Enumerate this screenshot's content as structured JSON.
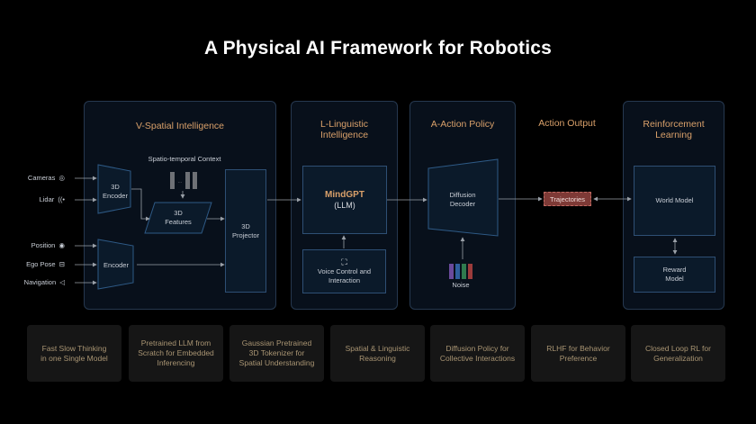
{
  "title": "A Physical AI Framework for Robotics",
  "panels": {
    "spatial": {
      "heading": "V-Spatial Intelligence"
    },
    "linguistic": {
      "heading_line1": "L-Linguistic",
      "heading_line2": "Intelligence"
    },
    "action": {
      "heading": "A-Action Policy"
    },
    "output": {
      "heading": "Action Output"
    },
    "rl": {
      "heading_line1": "Reinforcement",
      "heading_line2": "Learning"
    }
  },
  "inputs": [
    {
      "label": "Cameras",
      "icon": "camera-icon"
    },
    {
      "label": "Lidar",
      "icon": "lidar-icon"
    },
    {
      "label": "Position",
      "icon": "location-pin-icon"
    },
    {
      "label": "Ego Pose",
      "icon": "car-icon"
    },
    {
      "label": "Navigation",
      "icon": "navigation-arrow-icon"
    }
  ],
  "nodes": {
    "encoder3d": {
      "line1": "3D",
      "line2": "Encoder"
    },
    "encoder": {
      "label": "Encoder"
    },
    "context": {
      "label": "Spatio-temporal Context",
      "ellipsis": "..."
    },
    "features3d": {
      "line1": "3D",
      "line2": "Features"
    },
    "projector3d": {
      "line1": "3D",
      "line2": "Projector"
    },
    "mindgpt": {
      "name": "MindGPT",
      "sub": "(LLM)"
    },
    "voice": {
      "line1": "Voice Control and",
      "line2": "Interaction",
      "icon": "flow-icon"
    },
    "diffusion": {
      "line1": "Diffusion",
      "line2": "Decoder"
    },
    "noise": {
      "label": "Noise",
      "colors": [
        "#6a4a9c",
        "#2f5f9e",
        "#2f7a4e",
        "#9c3b3b"
      ]
    },
    "trajectories": {
      "label": "Trajectories"
    },
    "world_model": {
      "label": "World Model"
    },
    "reward": {
      "line1": "Reward",
      "line2": "Model"
    }
  },
  "cards": [
    {
      "line1": "Fast Slow Thinking",
      "line2": "in one Single Model",
      "line3": ""
    },
    {
      "line1": "Pretrained LLM from",
      "line2": "Scratch for Embedded",
      "line3": "Inferencing"
    },
    {
      "line1": "Gaussian Pretrained",
      "line2": "3D Tokenizer for",
      "line3": "Spatial Understanding"
    },
    {
      "line1": "Spatial & Linguistic",
      "line2": "Reasoning",
      "line3": ""
    },
    {
      "line1": "Diffusion Policy for",
      "line2": "Collective Interactions",
      "line3": ""
    },
    {
      "line1": "RLHF for Behavior",
      "line2": "Preference",
      "line3": ""
    },
    {
      "line1": "Closed Loop RL for",
      "line2": "Generalization",
      "line3": ""
    }
  ]
}
